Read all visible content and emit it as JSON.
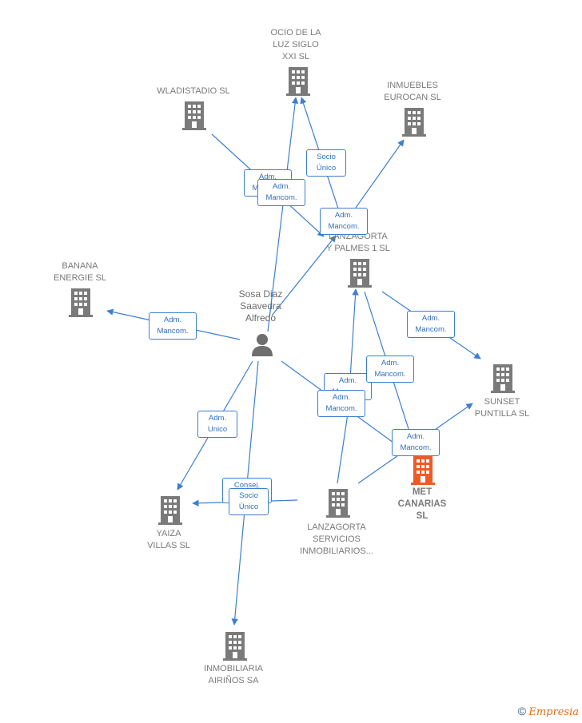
{
  "center_person": {
    "name": "Sosa Diaz\nSaavedra\nAlfredo",
    "icon": "person-icon"
  },
  "companies": [
    {
      "id": "ocio",
      "name": "OCIO DE LA\nLUZ SIGLO\nXXI  SL",
      "icon": "building-icon",
      "color": "#7a7a7a"
    },
    {
      "id": "wladistadio",
      "name": "WLADISTADIO SL",
      "icon": "building-icon",
      "color": "#7a7a7a"
    },
    {
      "id": "inmuebles",
      "name": "INMUEBLES\nEUROCAN SL",
      "icon": "building-icon",
      "color": "#7a7a7a"
    },
    {
      "id": "lanzagorta-palmes",
      "name": "LANZAGORTA\nY PALMES 1  SL",
      "icon": "building-icon",
      "color": "#7a7a7a"
    },
    {
      "id": "banana",
      "name": "BANANA\nENERGIE SL",
      "icon": "building-icon",
      "color": "#7a7a7a"
    },
    {
      "id": "sunset",
      "name": "SUNSET\nPUNTILLA  SL",
      "icon": "building-icon",
      "color": "#7a7a7a"
    },
    {
      "id": "met",
      "name": "MET\nCANARIAS\nSL",
      "icon": "building-icon",
      "color": "#f05a28",
      "target": true
    },
    {
      "id": "yaiza",
      "name": "YAIZA\nVILLAS  SL",
      "icon": "building-icon",
      "color": "#7a7a7a"
    },
    {
      "id": "lanzagorta-servicios",
      "name": "LANZAGORTA\nSERVICIOS\nINMOBILIARIOS...",
      "icon": "building-icon",
      "color": "#7a7a7a"
    },
    {
      "id": "airinos",
      "name": "INMOBILIARIA\nAIRIÑOS SA",
      "icon": "building-icon",
      "color": "#7a7a7a"
    }
  ],
  "relations": [
    {
      "label": "Adm.\nMancom."
    },
    {
      "label": "Adm.\nMancom."
    },
    {
      "label": "Socio\nÚnico"
    },
    {
      "label": "Adm.\nMancom."
    },
    {
      "label": "Adm.\nMancom."
    },
    {
      "label": "Adm.\nMancom."
    },
    {
      "label": "Adm.\nMancom."
    },
    {
      "label": "Adm.\nMancom."
    },
    {
      "label": "Adm.\nMancom."
    },
    {
      "label": "Adm.\nMancom."
    },
    {
      "label": "Adm.\nUnico"
    },
    {
      "label": "Consej."
    },
    {
      "label": "Socio\nÚnico"
    }
  ],
  "footer": {
    "copyright": "©",
    "brand": "Empresia"
  },
  "colors": {
    "edge": "#3b7fd1",
    "node": "#7a7a7a",
    "target": "#f05a28"
  }
}
